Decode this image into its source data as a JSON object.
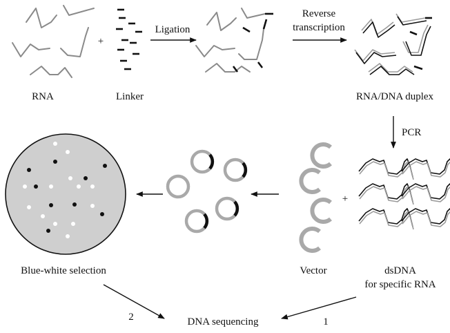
{
  "labels": {
    "rna": "RNA",
    "linker": "Linker",
    "ligation": "Ligation",
    "reverse_transcription_1": "Reverse",
    "reverse_transcription_2": "transcription",
    "duplex": "RNA/DNA duplex",
    "pcr": "PCR",
    "vector": "Vector",
    "dsdna_1": "dsDNA",
    "dsdna_2": "for specific RNA",
    "blue_white": "Blue-white selection",
    "sequencing": "DNA sequencing",
    "route_1": "1",
    "route_2": "2",
    "plus": "+"
  },
  "colors": {
    "rna_strand": "#8a8a8a",
    "linker_dna": "#111111",
    "plate_fill": "#cfcfcf",
    "vector_ring": "#a9a9a9",
    "blue_colony": "#111111",
    "white_colony": "#ffffff"
  }
}
